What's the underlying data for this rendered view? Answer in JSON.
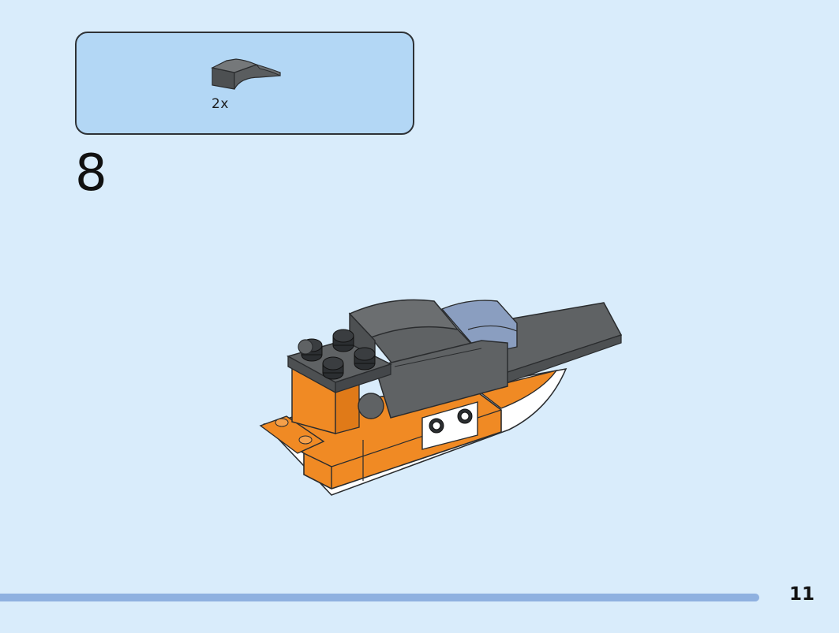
{
  "parts_callout": {
    "items": [
      {
        "icon": "dark-gray-curved-slope-brick-icon",
        "color": "#5f6264",
        "quantity_label": "2x"
      }
    ]
  },
  "step": {
    "number": "8"
  },
  "illustration": {
    "icon": "lego-boat-model-icon",
    "colors": {
      "orange": "#f08a24",
      "dark_gray": "#5f6264",
      "black": "#2b2e31",
      "light_blue_gray": "#8a9ec0",
      "white": "#ffffff"
    }
  },
  "footer": {
    "page_number": "11",
    "progress_color": "#8fb1e0"
  }
}
